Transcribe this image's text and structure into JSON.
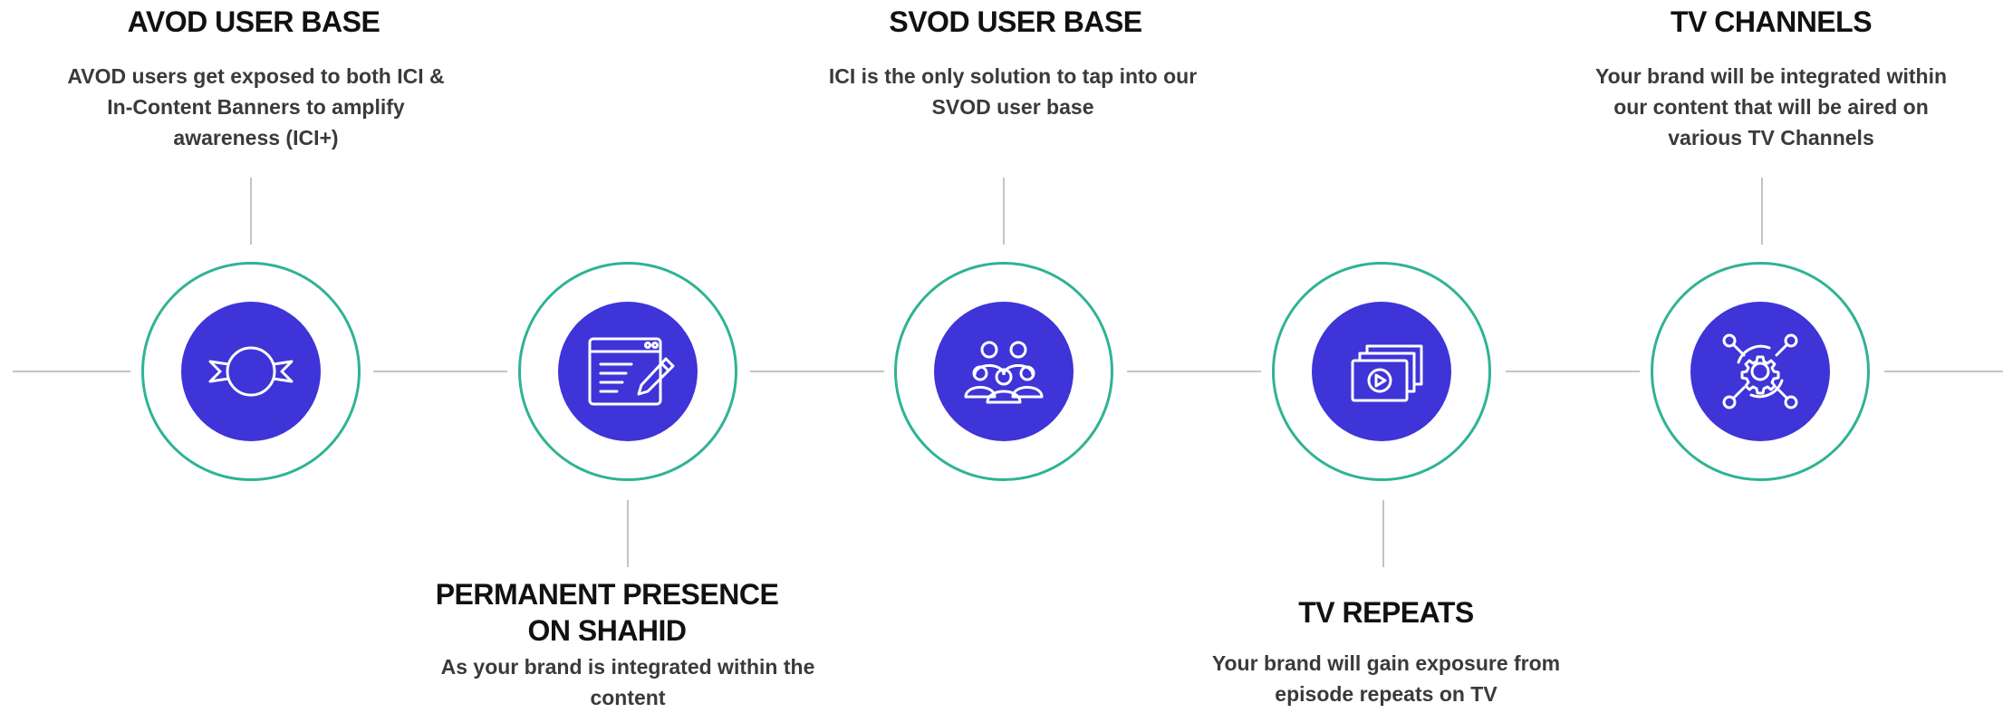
{
  "colors": {
    "ring": "#2fb394",
    "disc": "#3e34d8",
    "connector": "#c4c4c4",
    "title": "#111111",
    "text": "#3a3a3a"
  },
  "steps": [
    {
      "title": "AVOD USER BASE",
      "description": "AVOD users get exposed to both ICI & In-Content Banners to amplify awareness (ICI+)",
      "icon": "ribbon-badge-icon",
      "label_position": "top"
    },
    {
      "title": "PERMANENT PRESENCE ON SHAHID",
      "description": "As your brand is integrated within the content",
      "icon": "browser-edit-icon",
      "label_position": "bottom"
    },
    {
      "title": "SVOD USER BASE",
      "description": "ICI is the only solution to tap into our SVOD user base",
      "icon": "audience-group-icon",
      "label_position": "top"
    },
    {
      "title": "TV REPEATS",
      "description": "Your brand will gain exposure from episode repeats on TV",
      "icon": "video-stack-icon",
      "label_position": "bottom"
    },
    {
      "title": "TV CHANNELS",
      "description": "Your brand will be integrated within our content that will be aired on various TV Channels",
      "icon": "gear-network-icon",
      "label_position": "top"
    }
  ]
}
